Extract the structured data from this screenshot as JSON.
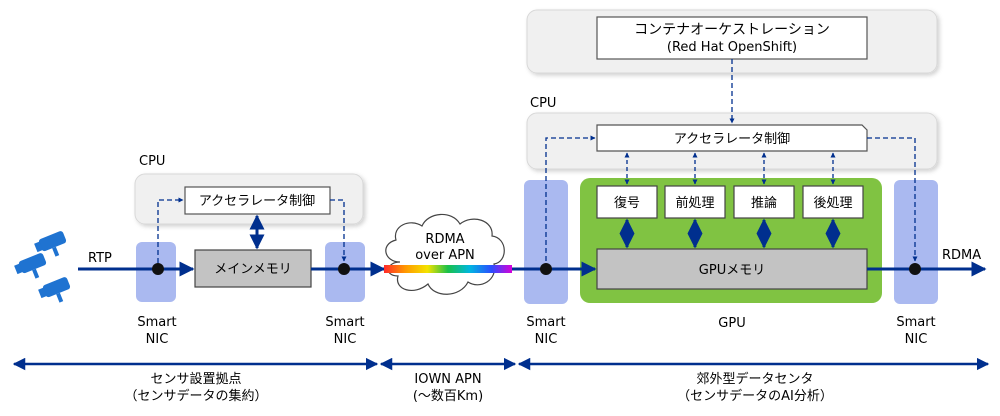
{
  "orchestration": {
    "line1": "コンテナオーケストレーション",
    "line2": "(Red Hat OpenShift)"
  },
  "cpu_left": {
    "label": "CPU",
    "accel": "アクセラレータ制御"
  },
  "cpu_right": {
    "label": "CPU",
    "accel": "アクセラレータ制御"
  },
  "main_memory": "メインメモリ",
  "gpu": {
    "label": "GPU",
    "memory": "GPUメモリ",
    "stages": [
      "復号",
      "前処理",
      "推論",
      "後処理"
    ]
  },
  "cloud": {
    "line1": "RDMA",
    "line2": "over APN"
  },
  "rtp": "RTP",
  "rdma_out": "RDMA",
  "nics": [
    {
      "line1": "Smart",
      "line2": "NIC"
    },
    {
      "line1": "Smart",
      "line2": "NIC"
    },
    {
      "line1": "Smart",
      "line2": "NIC"
    },
    {
      "line1": "Smart",
      "line2": "NIC"
    }
  ],
  "regions": [
    {
      "line1": "センサ設置拠点",
      "line2": "（センサデータの集約）"
    },
    {
      "line1": "IOWN APN",
      "line2": "(〜数百Km)"
    },
    {
      "line1": "郊外型データセンタ",
      "line2": "（センサデータのAI分析）"
    }
  ],
  "colors": {
    "navy": "#002f8e",
    "nic": "#aab9f0",
    "gpu": "#80c342",
    "panel": "#f0f0f0",
    "memory": "#c3c3c3"
  },
  "icons": [
    "camera-icon",
    "camera-icon",
    "camera-icon"
  ]
}
